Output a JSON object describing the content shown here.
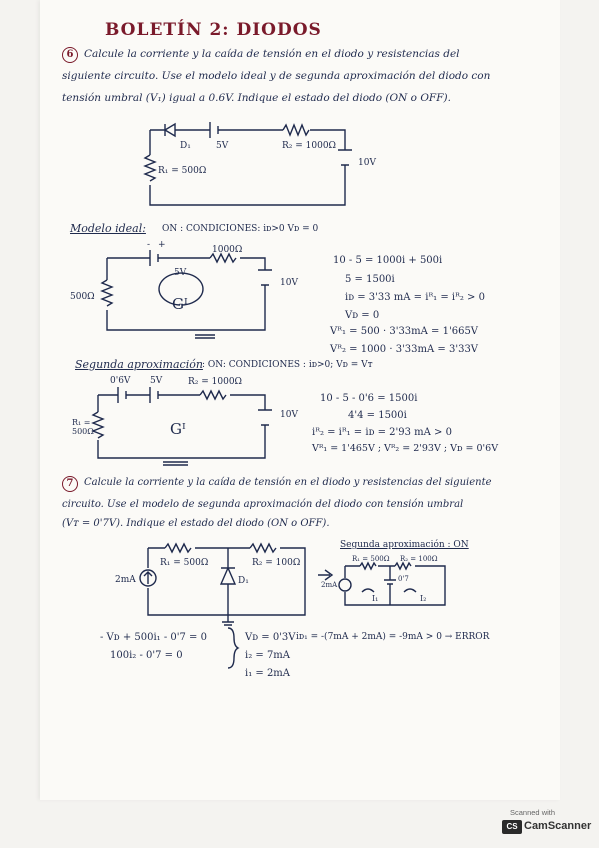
{
  "title": "BOLETÍN 2: DIODOS",
  "ex6": {
    "number": "6",
    "lines": [
      "Calcule la corriente y la caída de tensión en el diodo y resistencias del",
      "siguiente circuito. Use el modelo ideal y de segunda aproximación del diodo con",
      "tensión umbral (V₁) igual a 0.6V. Indique el estado del diodo (ON o OFF)."
    ],
    "circuit_labels": {
      "d1": "D₁",
      "v5": "5V",
      "r2": "R₂ = 1000Ω",
      "r1": "R₁ = 500Ω",
      "v10": "10V"
    },
    "ideal_heading": "Modelo ideal:",
    "ideal_conditions": "ON : CONDICIONES: iᴅ>0  Vᴅ = 0",
    "ideal_circuit": {
      "plus": "+",
      "minus": "-",
      "v5": "5V",
      "r": "1000Ω",
      "r500": "500Ω",
      "v10": "10V",
      "g": "Gᴵ"
    },
    "ideal_eqs": [
      "10 - 5 = 1000i + 500i",
      "5 = 1500i",
      "iᴅ = 3'33 mA = iᴿ₁ = iᴿ₂ > 0",
      "Vᴅ = 0",
      "Vᴿ₁ = 500 · 3'33mA = 1'665V",
      "Vᴿ₂ = 1000 · 3'33mA = 3'33V"
    ],
    "second_heading": "Segunda aproximación",
    "second_conditions": ": ON: CONDICIONES : iᴅ>0; Vᴅ = Vᴛ",
    "second_circuit": {
      "v06": "0'6V",
      "v5": "5V",
      "r2": "R₂ = 1000Ω",
      "r1": "R₁ = 500Ω",
      "v10": "10V",
      "g": "Gᴵ"
    },
    "second_eqs": [
      "10 - 5 - 0'6 = 1500i",
      "4'4 = 1500i",
      "iᴿ₂ = iᴿ₁ = iᴅ = 2'93 mA > 0",
      "Vᴿ₁ = 1'465V ; Vᴿ₂ = 2'93V ; Vᴅ = 0'6V"
    ]
  },
  "ex7": {
    "number": "7",
    "lines": [
      "Calcule la corriente y la caída de tensión en el diodo y resistencias del siguiente",
      "circuito. Use el modelo de segunda aproximación del diodo con tensión umbral",
      "(Vᴛ = 0'7V). Indique el estado del diodo (ON o OFF)."
    ],
    "circuit_labels": {
      "r1": "R₁ = 500Ω",
      "r2": "R₂ = 100Ω",
      "src": "2mA",
      "d1": "D₁"
    },
    "second_heading": "Segunda aproximación : ON",
    "second_labels": {
      "r1": "R₁ = 500Ω",
      "r2": "R₂ = 100Ω",
      "src": "2mA",
      "i1": "I₁",
      "i2": "I₂",
      "v07": "0'7"
    },
    "eqs_left": [
      "- Vᴅ + 500i₁ - 0'7 = 0",
      "100i₂ - 0'7 = 0"
    ],
    "eqs_right": [
      "Vᴅ = 0'3V",
      "i₂ = 7mA",
      "i₁ = 2mA"
    ],
    "result": "iᴅ₁ = -(7mA + 2mA) = -9mA > 0 → ERROR"
  },
  "scanner": {
    "scanned_with": "Scanned with",
    "name": "CamScanner",
    "logo": "CS"
  }
}
